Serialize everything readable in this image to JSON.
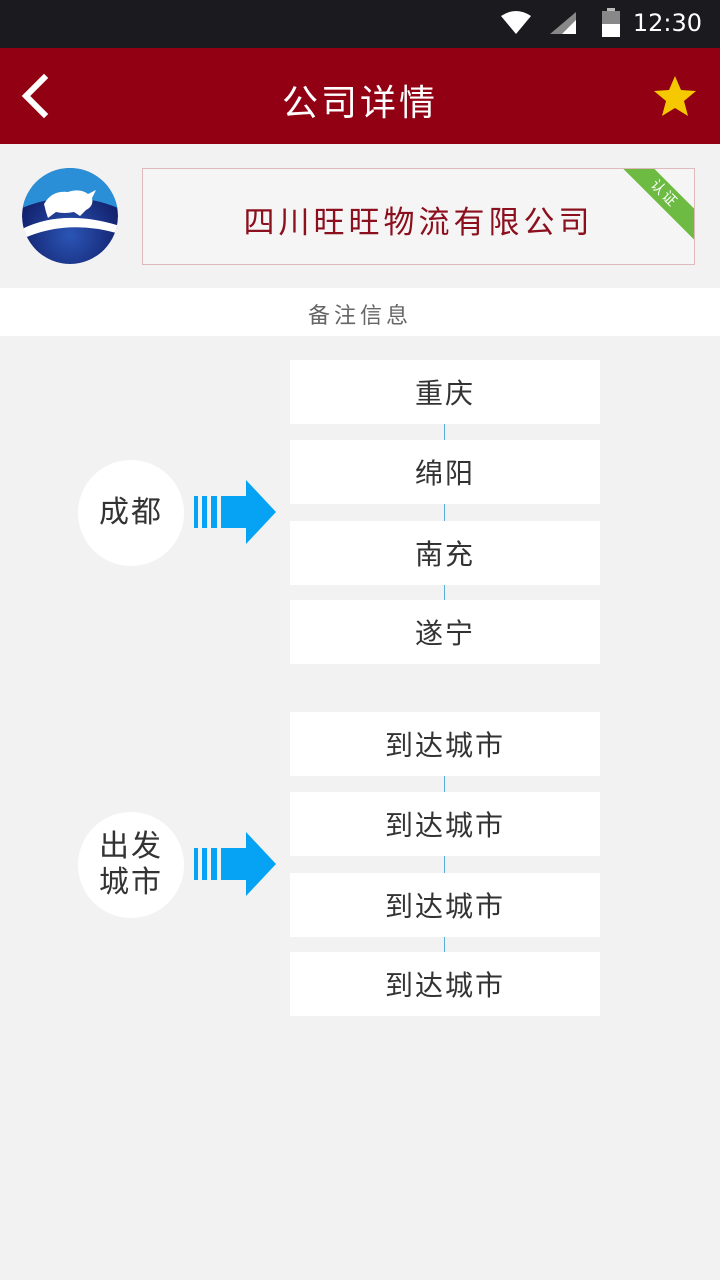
{
  "status_bar": {
    "time": "12:30",
    "icons": [
      "wifi-icon",
      "cell-signal-icon",
      "battery-icon"
    ]
  },
  "app_bar": {
    "title": "公司详情",
    "back_icon": "chevron-left-icon",
    "favorite_icon": "star-icon"
  },
  "company": {
    "name": "四川旺旺物流有限公司",
    "badge": "认证"
  },
  "remark": {
    "label": "备注信息"
  },
  "routes": [
    {
      "origin": "成都",
      "destinations": [
        "重庆",
        "绵阳",
        "南充",
        "遂宁"
      ]
    },
    {
      "origin": "出发城市",
      "destinations": [
        "到达城市",
        "到达城市",
        "到达城市",
        "到达城市"
      ]
    }
  ],
  "colors": {
    "app_bar": "#920013",
    "company_name": "#8c0f1d",
    "badge": "#6dbb43",
    "arrow": "#06a3f5",
    "star": "#f5c800"
  }
}
